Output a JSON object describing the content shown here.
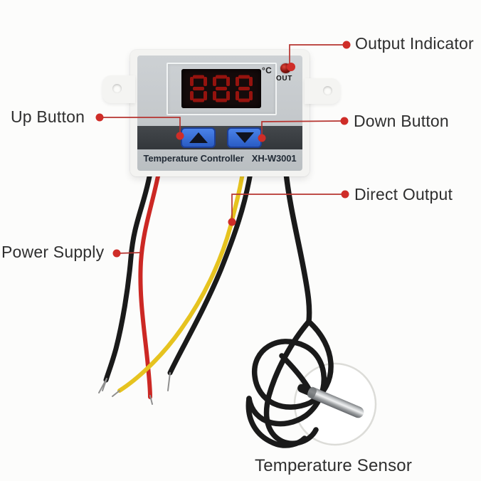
{
  "device": {
    "display_value": "888",
    "unit_label": "°C",
    "out_label": "OUT",
    "brand": "Temperature Controller",
    "model": "XH-W3001"
  },
  "callouts": {
    "output_indicator": "Output Indicator",
    "up_button": "Up Button",
    "down_button": "Down Button",
    "direct_output": "Direct Output",
    "power_supply": "Power Supply",
    "temperature_sensor": "Temperature Sensor"
  },
  "colors": {
    "accent_red": "#b63430",
    "dot_red": "#cf2d28",
    "wire_black": "#1a1a1a",
    "wire_red": "#cc2824",
    "wire_yellow": "#e6c31f",
    "display_red": "#9c140f",
    "led_red": "#8c1510"
  }
}
